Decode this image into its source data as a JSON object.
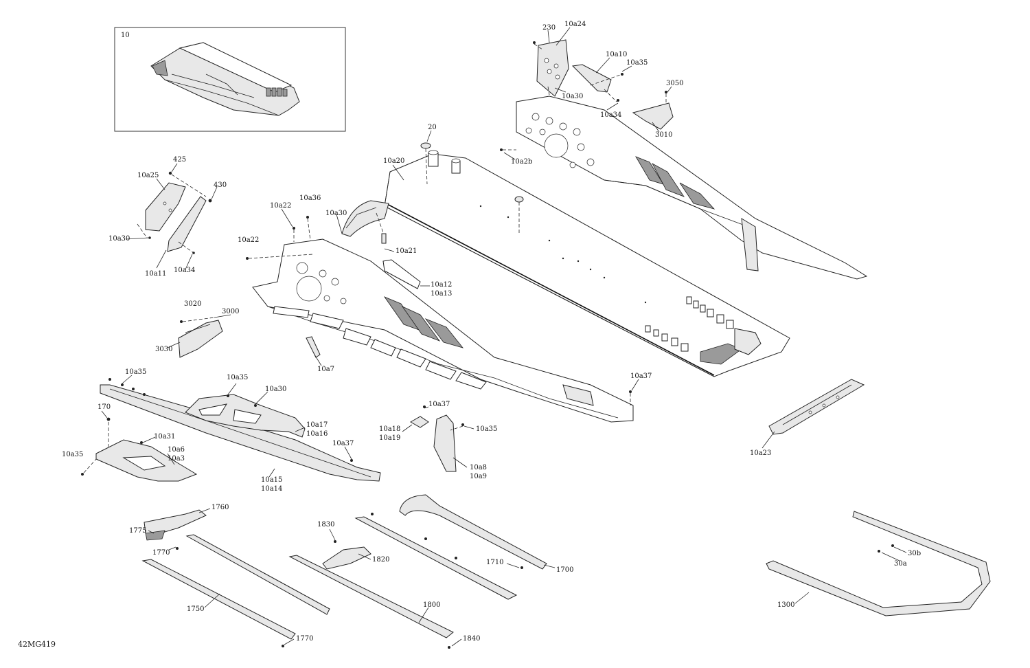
{
  "diagram_code": "42MG419",
  "inset": {
    "label": "10"
  },
  "callouts": [
    {
      "id": "230",
      "text": "230"
    },
    {
      "id": "10a24",
      "text": "10a24"
    },
    {
      "id": "10a10",
      "text": "10a10"
    },
    {
      "id": "10a35_top",
      "text": "10a35"
    },
    {
      "id": "10a30_top",
      "text": "10a30"
    },
    {
      "id": "10a34_top",
      "text": "10a34"
    },
    {
      "id": "3050",
      "text": "3050"
    },
    {
      "id": "3010",
      "text": "3010"
    },
    {
      "id": "20",
      "text": "20"
    },
    {
      "id": "10a2b",
      "text": "10a2b"
    },
    {
      "id": "10a20",
      "text": "10a20"
    },
    {
      "id": "425",
      "text": "425"
    },
    {
      "id": "10a25",
      "text": "10a25"
    },
    {
      "id": "430",
      "text": "430"
    },
    {
      "id": "10a30_left",
      "text": "10a30"
    },
    {
      "id": "10a11",
      "text": "10a11"
    },
    {
      "id": "10a34_left",
      "text": "10a34"
    },
    {
      "id": "10a22_a",
      "text": "10a22"
    },
    {
      "id": "10a36",
      "text": "10a36"
    },
    {
      "id": "10a30_mid",
      "text": "10a30"
    },
    {
      "id": "10a22_b",
      "text": "10a22"
    },
    {
      "id": "10a21",
      "text": "10a21"
    },
    {
      "id": "10a12",
      "text": "10a12"
    },
    {
      "id": "10a13",
      "text": "10a13"
    },
    {
      "id": "3020",
      "text": "3020"
    },
    {
      "id": "3000",
      "text": "3000"
    },
    {
      "id": "3030",
      "text": "3030"
    },
    {
      "id": "10a7",
      "text": "10a7"
    },
    {
      "id": "10a37_right",
      "text": "10a37"
    },
    {
      "id": "10a35_bl",
      "text": "10a35"
    },
    {
      "id": "10a35_mid",
      "text": "10a35"
    },
    {
      "id": "10a30_bl",
      "text": "10a30"
    },
    {
      "id": "170",
      "text": "170"
    },
    {
      "id": "10a17",
      "text": "10a17"
    },
    {
      "id": "10a16",
      "text": "10a16"
    },
    {
      "id": "10a31",
      "text": "10a31"
    },
    {
      "id": "10a6",
      "text": "10a6"
    },
    {
      "id": "10a3",
      "text": "10a3"
    },
    {
      "id": "10a35_far",
      "text": "10a35"
    },
    {
      "id": "10a37_bl",
      "text": "10a37"
    },
    {
      "id": "10a15",
      "text": "10a15"
    },
    {
      "id": "10a14",
      "text": "10a14"
    },
    {
      "id": "10a37_c",
      "text": "10a37"
    },
    {
      "id": "10a18",
      "text": "10a18"
    },
    {
      "id": "10a19",
      "text": "10a19"
    },
    {
      "id": "10a35_c",
      "text": "10a35"
    },
    {
      "id": "10a8",
      "text": "10a8"
    },
    {
      "id": "10a9",
      "text": "10a9"
    },
    {
      "id": "10a23",
      "text": "10a23"
    },
    {
      "id": "1760",
      "text": "1760"
    },
    {
      "id": "1775",
      "text": "1775"
    },
    {
      "id": "1770_a",
      "text": "1770"
    },
    {
      "id": "1830",
      "text": "1830"
    },
    {
      "id": "1820",
      "text": "1820"
    },
    {
      "id": "1710",
      "text": "1710"
    },
    {
      "id": "1700",
      "text": "1700"
    },
    {
      "id": "30b",
      "text": "30b"
    },
    {
      "id": "30a",
      "text": "30a"
    },
    {
      "id": "1750",
      "text": "1750"
    },
    {
      "id": "1800",
      "text": "1800"
    },
    {
      "id": "1300",
      "text": "1300"
    },
    {
      "id": "1770_b",
      "text": "1770"
    },
    {
      "id": "1840",
      "text": "1840"
    }
  ]
}
